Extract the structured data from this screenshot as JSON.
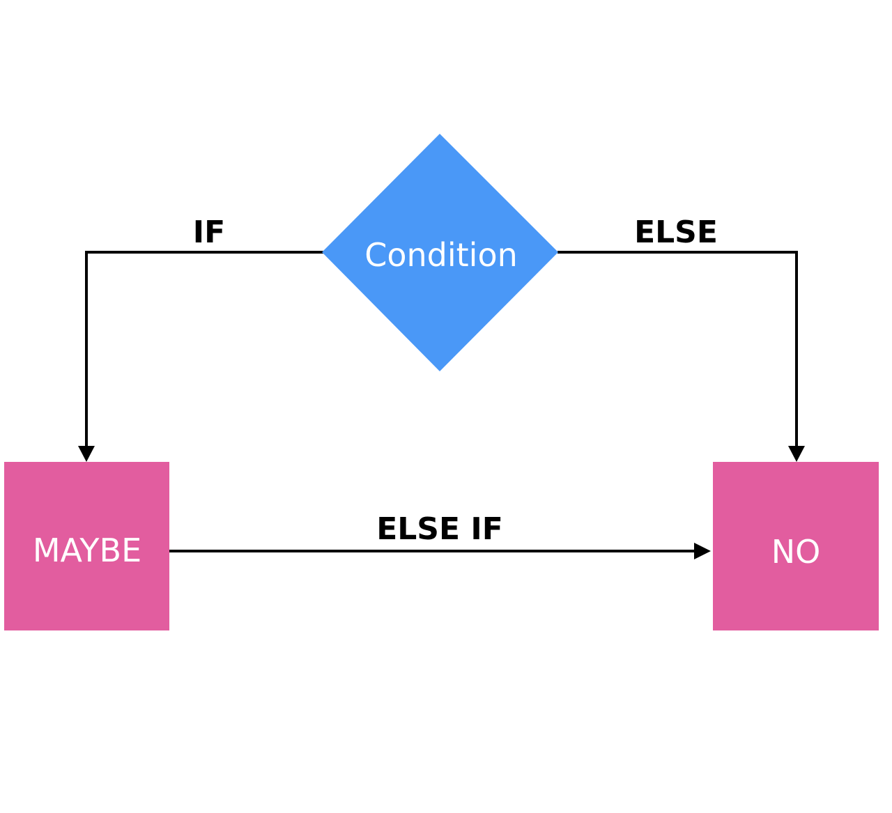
{
  "diagram": {
    "decision": {
      "label": "Condition",
      "color": "#4A98F7"
    },
    "outcomes": {
      "maybe": {
        "label": "MAYBE",
        "color": "#E25D9F"
      },
      "no": {
        "label": "NO",
        "color": "#E25D9F"
      }
    },
    "edges": {
      "if_label": "IF",
      "else_label": "ELSE",
      "else_if_label": "ELSE IF"
    },
    "line_color": "#000000"
  }
}
